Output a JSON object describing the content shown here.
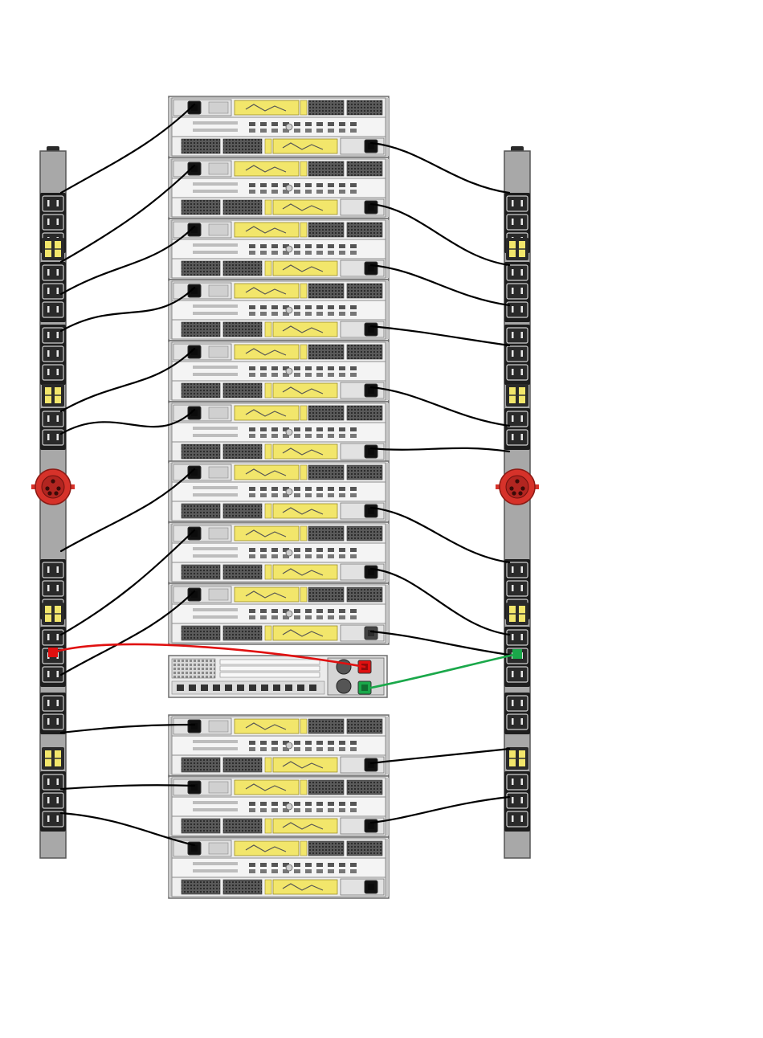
{
  "diagram": {
    "pdus": [
      {
        "id": "pdu-left",
        "side": "left"
      },
      {
        "id": "pdu-right",
        "side": "right"
      }
    ],
    "enclosures_upper": 9,
    "enclosures_lower": 3,
    "controller": {
      "id": "controller-server",
      "power_ports": 2
    }
  },
  "colors": {
    "pdu_body": "#a8a8a8",
    "chassis": "#e6e6e6",
    "label_yellow": "#f2e66b",
    "cable": "#000000",
    "cable_red": "#e01010",
    "cable_green": "#1aa84a",
    "breaker_red": "#d6322a"
  },
  "icons": {
    "outlet": "outlet-icon",
    "breaker": "breaker-icon",
    "power_port": "power-port-icon"
  }
}
